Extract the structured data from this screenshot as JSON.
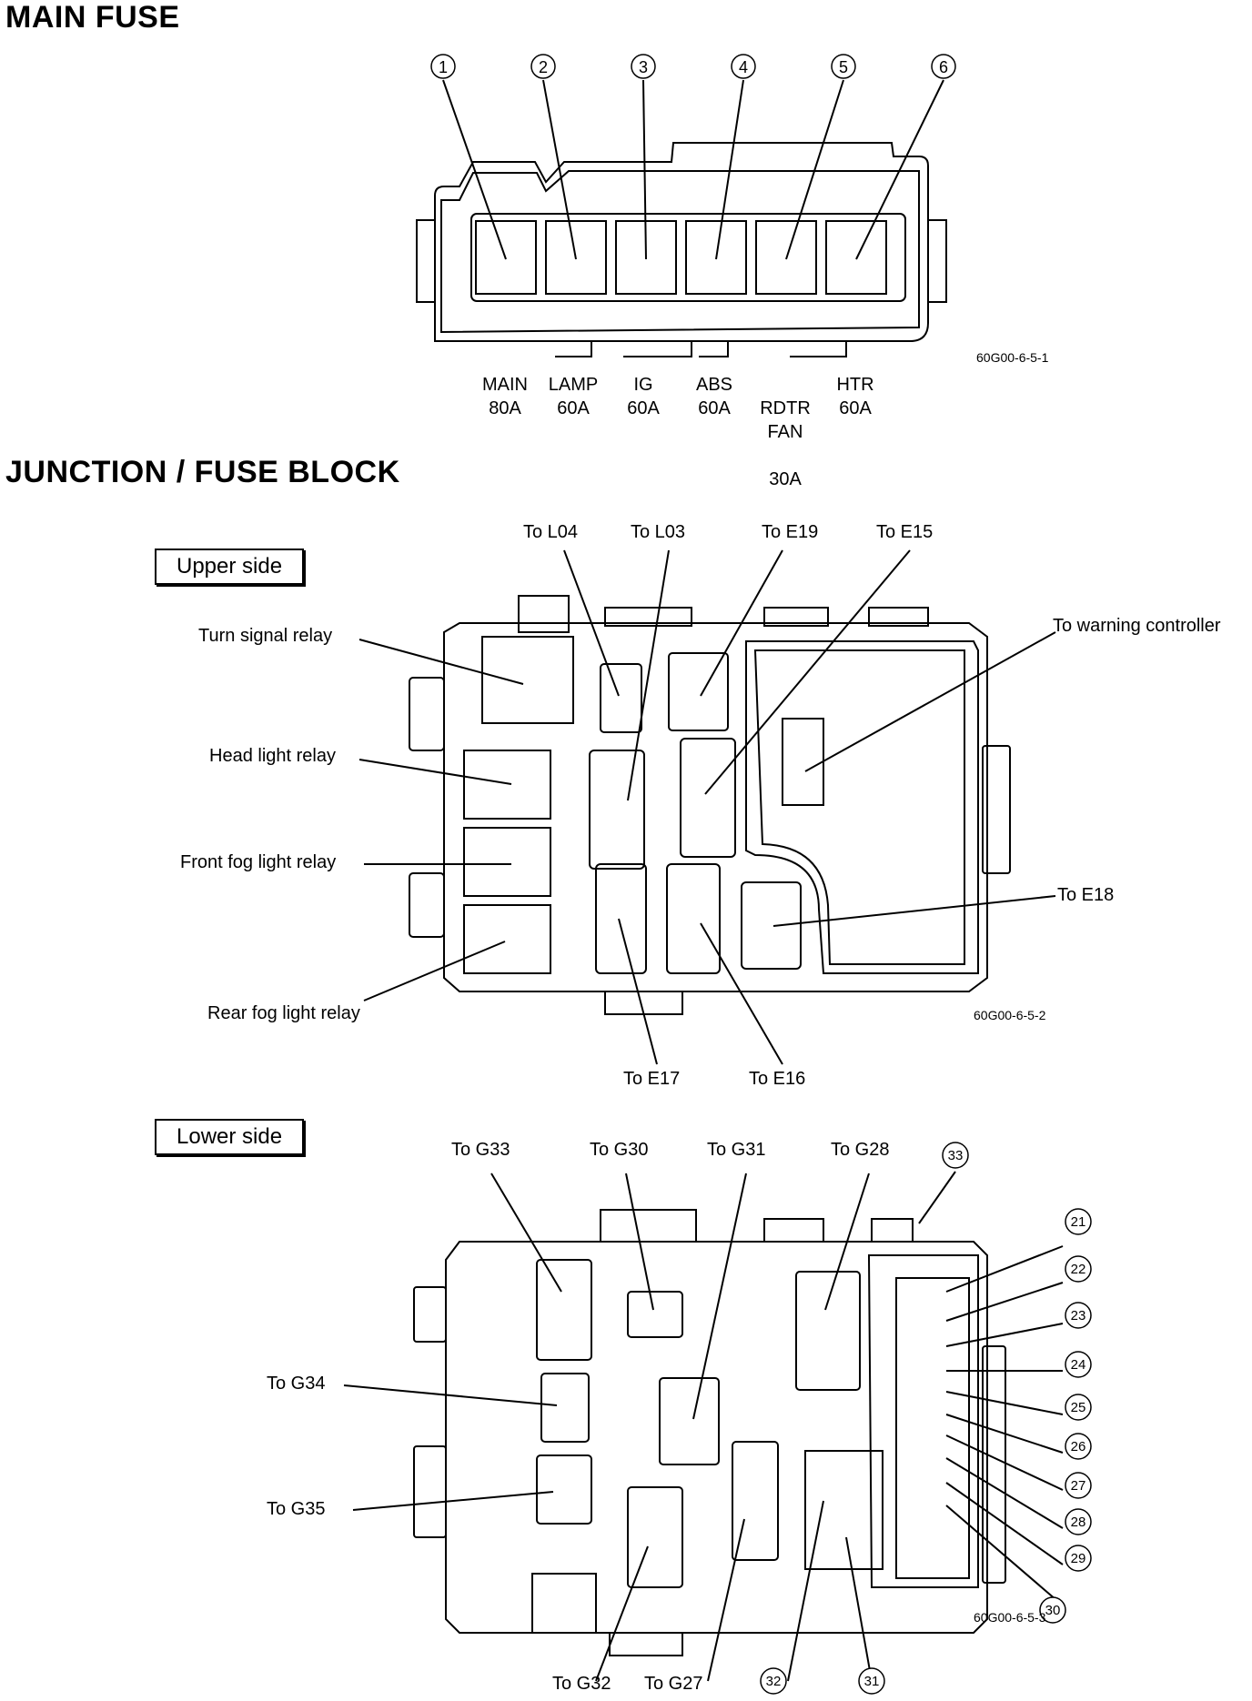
{
  "main_fuse": {
    "heading": "MAIN FUSE",
    "callouts": [
      "1",
      "2",
      "3",
      "4",
      "5",
      "6"
    ],
    "fuses": [
      {
        "name": "MAIN",
        "rating": "80A"
      },
      {
        "name": "LAMP",
        "rating": "60A"
      },
      {
        "name": "IG",
        "rating": "60A"
      },
      {
        "name": "ABS",
        "rating": "60A"
      },
      {
        "name": "RDTR\nFAN",
        "rating": "30A"
      },
      {
        "name": "HTR",
        "rating": "60A"
      }
    ],
    "figure_id": "60G00-6-5-1"
  },
  "junction": {
    "heading": "JUNCTION / FUSE BLOCK",
    "upper": {
      "title": "Upper side",
      "labels": {
        "to_l04": "To L04",
        "to_l03": "To L03",
        "to_e19": "To E19",
        "to_e15": "To E15",
        "to_warning": "To warning controller",
        "turn_signal": "Turn signal relay",
        "head_light": "Head light relay",
        "front_fog": "Front fog light relay",
        "rear_fog": "Rear fog light relay",
        "to_e18": "To E18",
        "to_e17": "To E17",
        "to_e16": "To E16"
      },
      "figure_id": "60G00-6-5-2"
    },
    "lower": {
      "title": "Lower side",
      "labels": {
        "to_g33": "To G33",
        "to_g30": "To G30",
        "to_g31": "To G31",
        "to_g28": "To G28",
        "to_g34": "To G34",
        "to_g35": "To G35",
        "to_g32": "To G32",
        "to_g27": "To G27"
      },
      "callouts_right": [
        "21",
        "22",
        "23",
        "24",
        "25",
        "26",
        "27",
        "28",
        "29",
        "30"
      ],
      "callout_33": "33",
      "callout_32": "32",
      "callout_31": "31",
      "figure_id": "60G00-6-5-3"
    }
  }
}
